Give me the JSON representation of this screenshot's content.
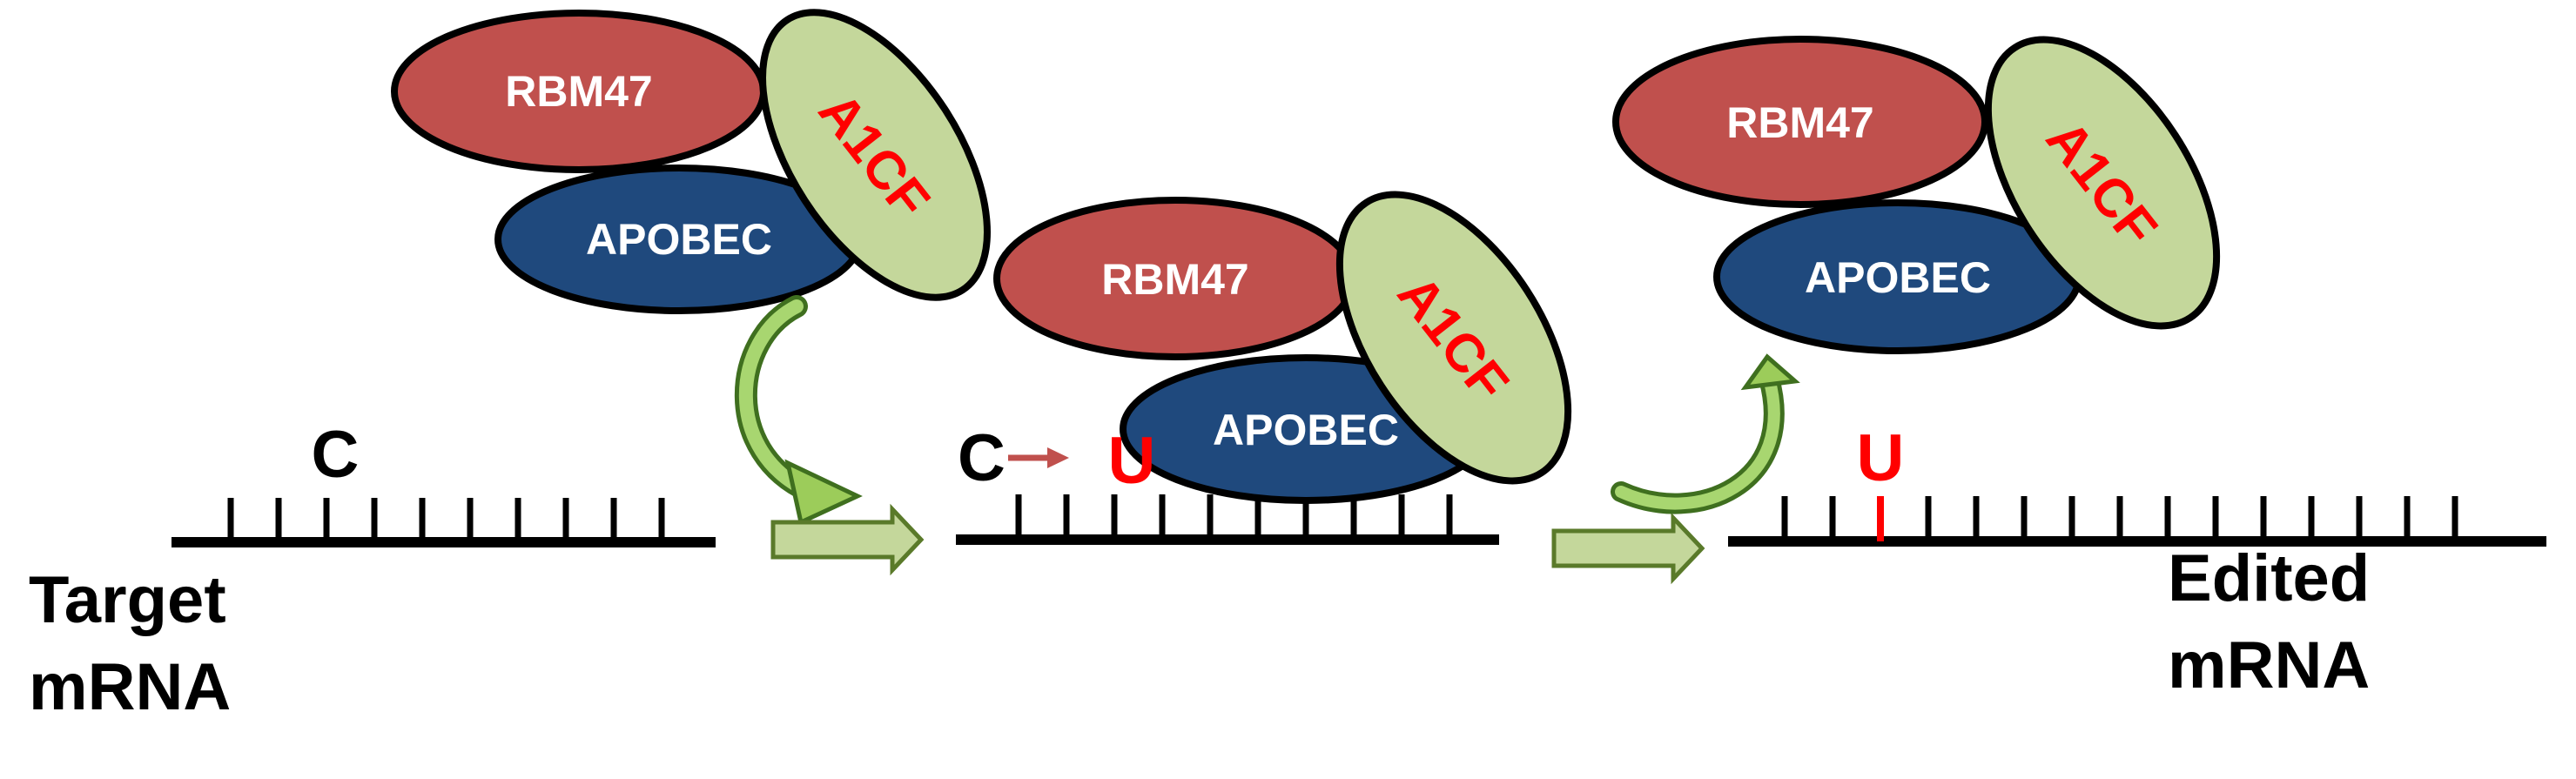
{
  "proteins": {
    "rbm47": "RBM47",
    "apobec": "APOBEC",
    "a1cf": "A1CF"
  },
  "bases": {
    "cytidine": "C",
    "uridine": "U"
  },
  "labels": {
    "target_line1": "Target",
    "target_line2": "mRNA",
    "edited_line1": "Edited",
    "edited_line2": "mRNA"
  },
  "colors": {
    "rbm47_fill": "#c0504d",
    "apobec_fill": "#1f497d",
    "a1cf_fill": "#c4d79b",
    "edit_red": "#ff0000",
    "conversion_arrow": "#c0504d",
    "step_arrow_fill": "#c4d79b",
    "step_arrow_stroke": "#5a7a2a",
    "curved_arrow": "#6aa84f"
  }
}
